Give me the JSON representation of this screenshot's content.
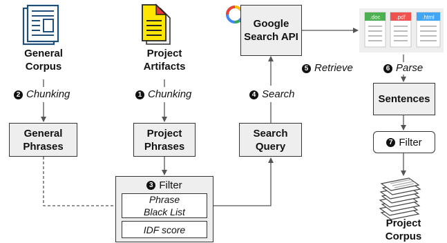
{
  "nodes": {
    "general_corpus": "General\nCorpus",
    "project_artifacts": "Project\nArtifacts",
    "google_api": "Google\nSearch API",
    "general_phrases": "General\nPhrases",
    "project_phrases": "Project\nPhrases",
    "search_query": "Search\nQuery",
    "sentences": "Sentences",
    "project_corpus": "Project\nCorpus",
    "filter_main": "Filter",
    "phrase_black_list": "Phrase\nBlack List",
    "idf_score": "IDF score",
    "filter_right": "Filter"
  },
  "steps": {
    "chunking_general": {
      "num": "2",
      "text": "Chunking"
    },
    "chunking_project": {
      "num": "1",
      "text": "Chunking"
    },
    "search": {
      "num": "4",
      "text": "Search"
    },
    "retrieve": {
      "num": "5",
      "text": "Retrieve"
    },
    "parse": {
      "num": "6",
      "text": "Parse"
    },
    "filter_main": {
      "num": "3"
    },
    "filter_right": {
      "num": "7"
    }
  },
  "doc_tabs": {
    "doc": ".doc",
    "pdf": ".pdf",
    "html": ".html"
  },
  "colors": {
    "box_fill": "#eeeeee",
    "icon_blue": "#1f4e79",
    "artifact_yellow": "#ffe600",
    "artifact_red": "#e53935",
    "tab_green": "#4caf50",
    "tab_red": "#ef5350",
    "tab_blue": "#42a5f5"
  }
}
